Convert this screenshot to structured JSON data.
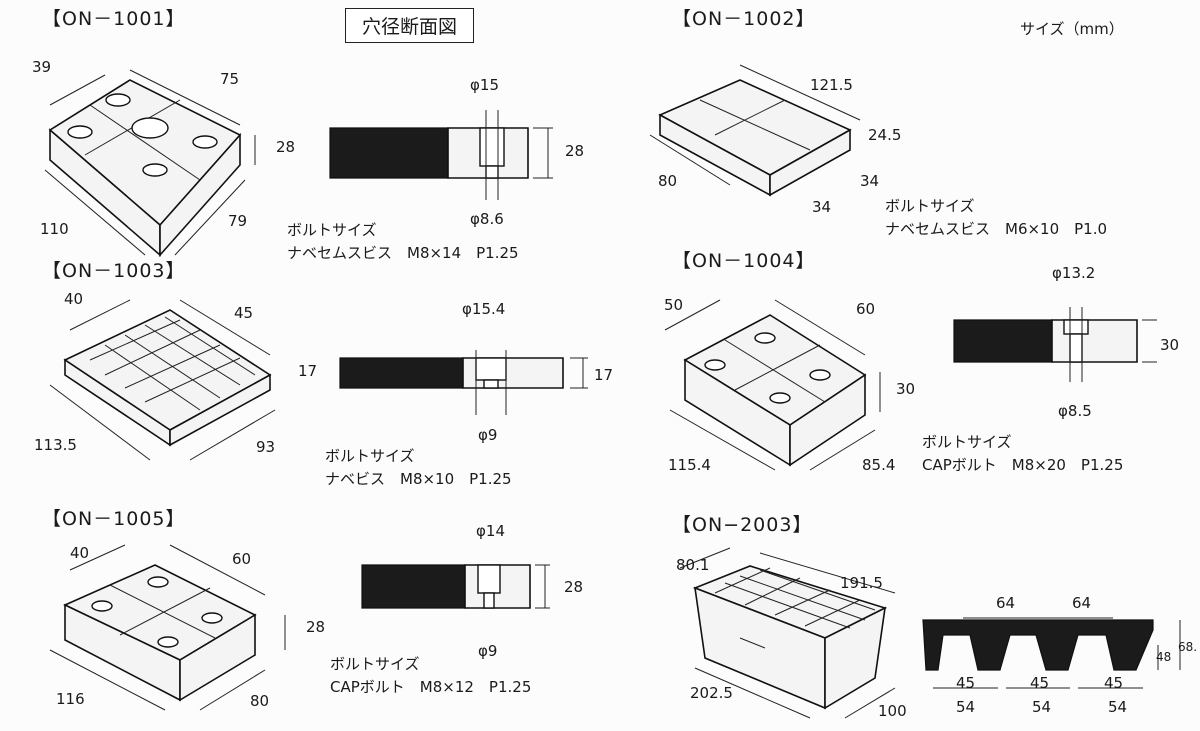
{
  "page": {
    "section_label": "穴径断面図",
    "size_note": "サイズ（mm）"
  },
  "products": [
    {
      "code": "【ON－1001】",
      "dims": [
        "39",
        "75",
        "28",
        "110",
        "79"
      ],
      "section": {
        "top": "φ15",
        "bottom": "φ8.6",
        "height": "28"
      },
      "bolt_title": "ボルトサイズ",
      "bolt_spec": "ナベセムスビス　M8×14　P1.25"
    },
    {
      "code": "【ON－1002】",
      "dims": [
        "121.5",
        "24.5",
        "80",
        "34",
        "34"
      ],
      "bolt_title": "ボルトサイズ",
      "bolt_spec": "ナベセムスビス　M6×10　P1.0"
    },
    {
      "code": "【ON－1003】",
      "dims": [
        "40",
        "45",
        "17",
        "113.5",
        "93"
      ],
      "section": {
        "top": "φ15.4",
        "bottom": "φ9",
        "height": "17"
      },
      "bolt_title": "ボルトサイズ",
      "bolt_spec": "ナベビス　M8×10　P1.25"
    },
    {
      "code": "【ON－1004】",
      "dims": [
        "50",
        "60",
        "30",
        "115.4",
        "85.4"
      ],
      "section": {
        "top": "φ13.2",
        "bottom": "φ8.5",
        "height": "30"
      },
      "bolt_title": "ボルトサイズ",
      "bolt_spec": "CAPボルト　M8×20　P1.25"
    },
    {
      "code": "【ON－1005】",
      "dims": [
        "40",
        "60",
        "28",
        "116",
        "80"
      ],
      "section": {
        "top": "φ14",
        "bottom": "φ9",
        "height": "28"
      },
      "bolt_title": "ボルトサイズ",
      "bolt_spec": "CAPボルト　M8×12　P1.25"
    },
    {
      "code": "【ON−2003】",
      "dims": [
        "80.1",
        "191.5",
        "202.5",
        "100"
      ],
      "section": {
        "pitch": [
          "64",
          "64"
        ],
        "inner": [
          "45",
          "45",
          "45"
        ],
        "outer": [
          "54",
          "54",
          "54"
        ],
        "heights": [
          "48",
          "68."
        ]
      }
    }
  ]
}
